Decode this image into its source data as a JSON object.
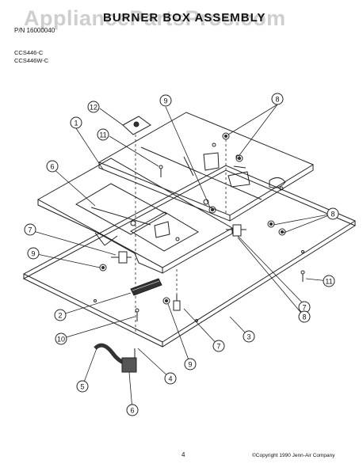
{
  "header": {
    "title": "BURNER BOX ASSEMBLY",
    "part_number": "P/N 16000040",
    "models": [
      "CCS446-C",
      "CCS446W-C"
    ]
  },
  "watermark": "AppliancePartsPros.com",
  "footer": {
    "page_number": "4",
    "copyright": "©Copyright 1990 Jenn-Air Company"
  },
  "callouts": [
    "12",
    "9",
    "8",
    "1",
    "11",
    "6",
    "7",
    "9",
    "8",
    "2",
    "10",
    "3",
    "7",
    "9",
    "4",
    "5",
    "6",
    "7",
    "8",
    "11"
  ]
}
